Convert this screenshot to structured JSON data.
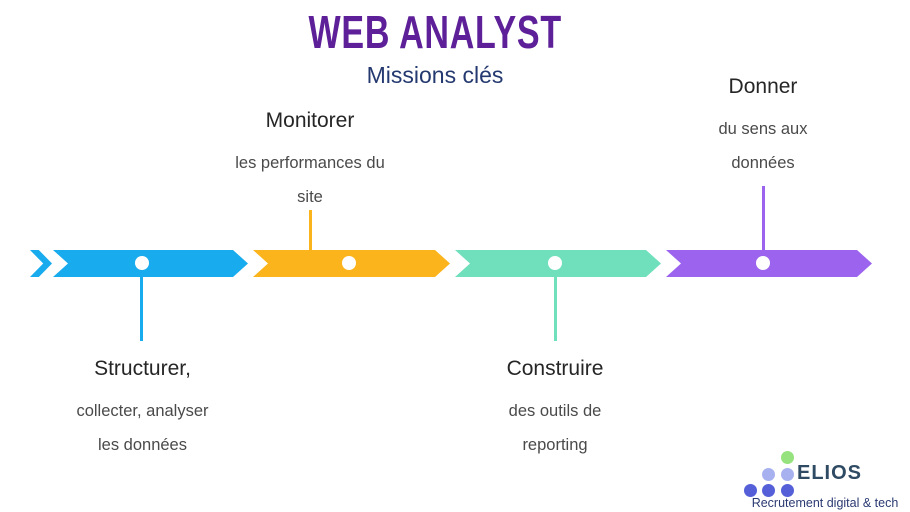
{
  "header": {
    "title": "WEB ANALYST",
    "subtitle": "Missions clés",
    "title_color": "#5e2098",
    "subtitle_color": "#24396f"
  },
  "timeline": {
    "milestones": [
      {
        "heading": "Structurer,",
        "lines": [
          "collecter, analyser",
          "les données"
        ],
        "color": "#18abed",
        "label_position": "below"
      },
      {
        "heading": "Monitorer",
        "lines": [
          "les performances du",
          "site"
        ],
        "color": "#fbb41c",
        "label_position": "above"
      },
      {
        "heading": "Construire",
        "lines": [
          "des outils de",
          "reporting"
        ],
        "color": "#70dfbb",
        "label_position": "below"
      },
      {
        "heading": "Donner",
        "lines": [
          "du sens aux",
          "données"
        ],
        "color": "#9b63ee",
        "label_position": "above"
      }
    ]
  },
  "logo": {
    "brand": "ELIOS",
    "tagline": "Recrutement digital & tech",
    "dot_colors": {
      "green": "#96e27e",
      "light_blue": "#a8b1ef",
      "dark_blue": "#5560d8"
    }
  }
}
